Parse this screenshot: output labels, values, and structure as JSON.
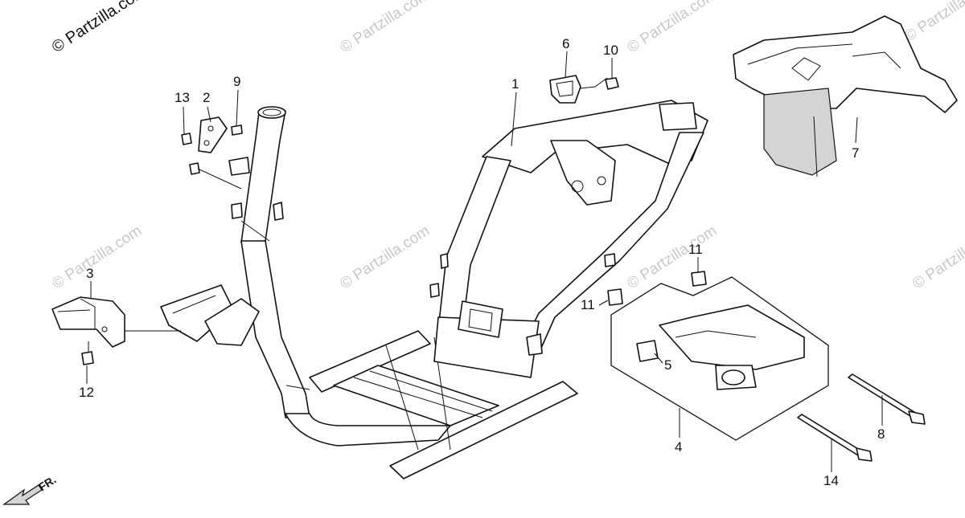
{
  "watermarks": {
    "main": "© Partzilla.com",
    "repeat": "© Partzilla.com"
  },
  "direction_marker": "FR.",
  "callouts": {
    "c1": "1",
    "c2": "2",
    "c3": "3",
    "c4": "4",
    "c5": "5",
    "c6": "6",
    "c7": "7",
    "c8": "8",
    "c9": "9",
    "c10": "10",
    "c11a": "11",
    "c11b": "11",
    "c12": "12",
    "c13": "13",
    "c14": "14"
  }
}
